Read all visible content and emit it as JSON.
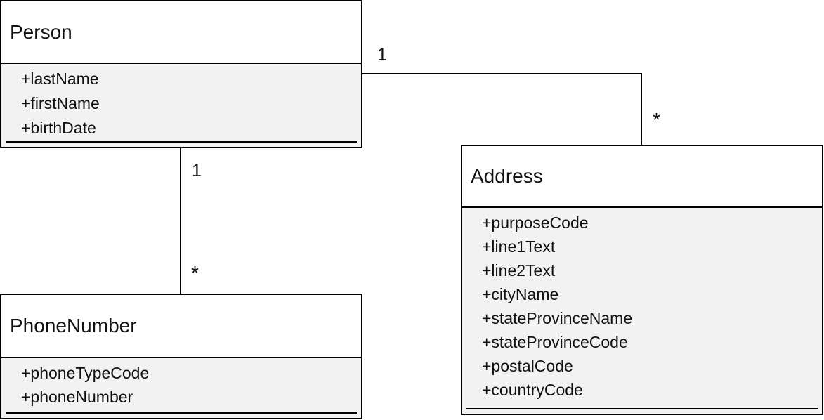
{
  "diagram": {
    "type": "uml-class-diagram",
    "classes": [
      {
        "name": "Person",
        "attributes": [
          "+lastName",
          "+firstName",
          "+birthDate"
        ]
      },
      {
        "name": "PhoneNumber",
        "attributes": [
          "+phoneTypeCode",
          "+phoneNumber"
        ]
      },
      {
        "name": "Address",
        "attributes": [
          "+purposeCode",
          "+line1Text",
          "+line2Text",
          "+cityName",
          "+stateProvinceName",
          "+stateProvinceCode",
          "+postalCode",
          "+countryCode"
        ]
      }
    ],
    "associations": [
      {
        "from": "Person",
        "to": "Address",
        "from_multiplicity": "1",
        "to_multiplicity": "*"
      },
      {
        "from": "Person",
        "to": "PhoneNumber",
        "from_multiplicity": "1",
        "to_multiplicity": "*"
      }
    ],
    "colors": {
      "title_fill": "#ffffff",
      "attribute_fill": "#f2f2f2",
      "border": "#000000",
      "background": "#ffffff"
    }
  }
}
